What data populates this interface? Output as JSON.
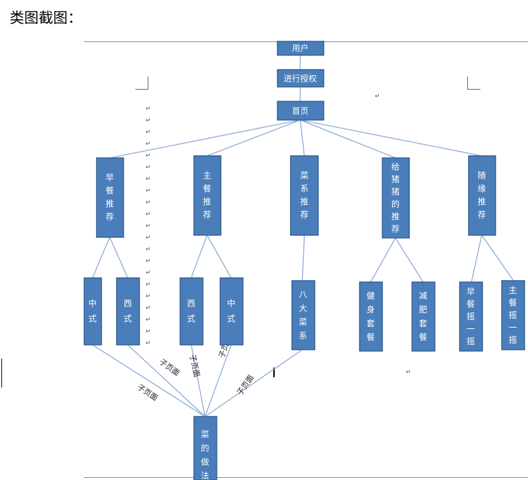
{
  "heading": "类图截图：",
  "diagram": {
    "nodes": {
      "user": "用户",
      "auth": "进行授权",
      "home": "首页",
      "breakfast": "早餐推荐",
      "main": "主餐推荐",
      "cuisine": "菜系推荐",
      "pig": "给猪猪的推荐",
      "random": "随缘推荐",
      "chinese1": "中式",
      "western1": "西式",
      "western2": "西式",
      "chinese2": "中式",
      "eight": "八大菜系",
      "fitness": "健身套餐",
      "diet": "减肥套餐",
      "b_shake": "早餐摇一摇",
      "m_shake": "主餐摇一摇",
      "recipe": "菜的做法"
    },
    "edge_label": "子页面"
  },
  "colors": {
    "node_fill": "#4a7ebb",
    "node_border": "#2f5c8f",
    "edge": "#8eaad6"
  }
}
